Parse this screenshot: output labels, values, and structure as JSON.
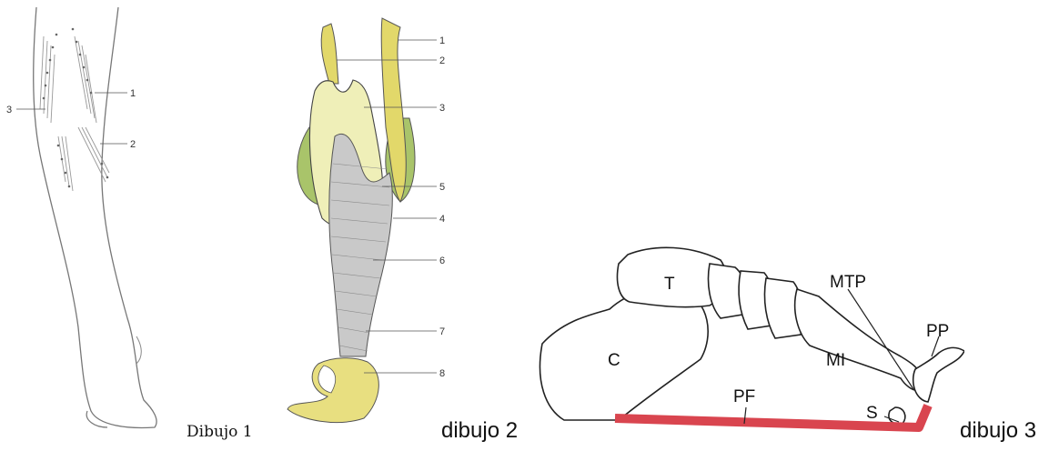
{
  "captions": {
    "drawing1": "Dibujo 1",
    "drawing2": "dibujo 2",
    "drawing3": "dibujo 3"
  },
  "drawing1": {
    "labels": [
      "1",
      "2",
      "3"
    ]
  },
  "drawing2": {
    "labels": [
      "1",
      "2",
      "3",
      "5",
      "4",
      "6",
      "7",
      "8"
    ],
    "colors": {
      "light_yellow": "#efefb8",
      "yellow": "#e2d86a",
      "green": "#a9c46a",
      "tendon": "#c9c9c9"
    }
  },
  "drawing3": {
    "labels": {
      "T": "T",
      "C": "C",
      "MTP": "MTP",
      "PP": "PP",
      "MI": "MI",
      "PF": "PF",
      "S": "S"
    },
    "colors": {
      "plantar_fascia": "#d9454f"
    }
  }
}
